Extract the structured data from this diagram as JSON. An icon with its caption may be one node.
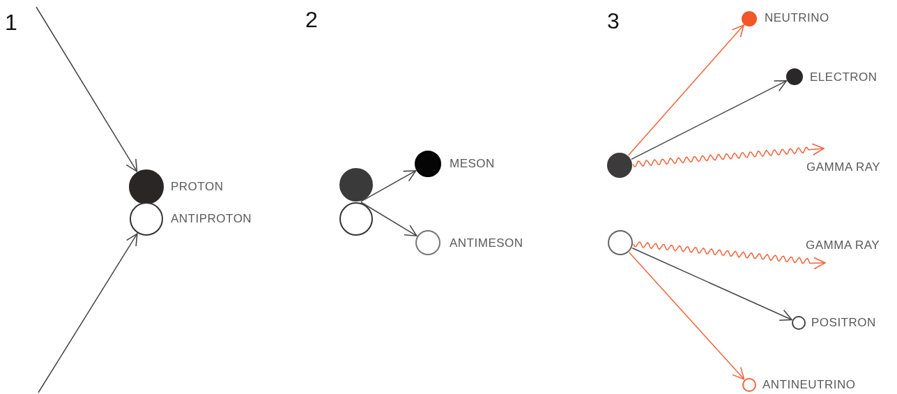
{
  "diagram": {
    "nodes": [
      {
        "text": [],
        "shape": "circle",
        "beside": [
          "PROTON"
        ]
      },
      {
        "text": [],
        "shape": "circle",
        "beside": [
          "ANTIPROTON"
        ]
      },
      {
        "text": [],
        "shape": "circle"
      },
      {
        "text": [],
        "shape": "circle"
      },
      {
        "text": [],
        "shape": "circle",
        "beside": [
          "MESON"
        ]
      },
      {
        "text": [],
        "shape": "circle",
        "beside": [
          "ANTIMESON"
        ]
      },
      {
        "text": [],
        "shape": "circle",
        "beside": [
          "NEUTRINO"
        ]
      },
      {
        "text": [],
        "shape": "circle",
        "beside": [
          "ELECTRON"
        ]
      },
      {
        "text": [],
        "shape": "circle"
      },
      {
        "text": [],
        "shape": "circle"
      },
      {
        "text": [],
        "shape": "circle",
        "beside": [
          "POSITRON"
        ]
      },
      {
        "text": [],
        "shape": "circle",
        "beside": [
          "ANTINEUTRINO"
        ]
      }
    ],
    "edges": [
      {
        "from": null,
        "to": 0,
        "arrow": "to"
      },
      {
        "from": null,
        "to": 1,
        "arrow": "to"
      },
      {
        "from": 2,
        "to": 4,
        "arrow": "to"
      },
      {
        "from": 3,
        "to": 5,
        "arrow": "to"
      },
      {
        "from": 8,
        "to": 6,
        "arrow": "to",
        "color": "#f0643c"
      },
      {
        "from": 8,
        "to": 7,
        "arrow": "to"
      },
      {
        "from": 8,
        "to": null,
        "arrow": "to",
        "color": "#f0643c",
        "label": "GAMMA RAY"
      },
      {
        "from": 9,
        "to": null,
        "arrow": "to",
        "color": "#f0643c",
        "label": "GAMMA RAY"
      },
      {
        "from": 9,
        "to": 10,
        "arrow": "to"
      },
      {
        "from": 9,
        "to": 11,
        "arrow": "to",
        "color": "#f0643c"
      }
    ],
    "labels": [
      "1",
      "2",
      "3"
    ]
  }
}
